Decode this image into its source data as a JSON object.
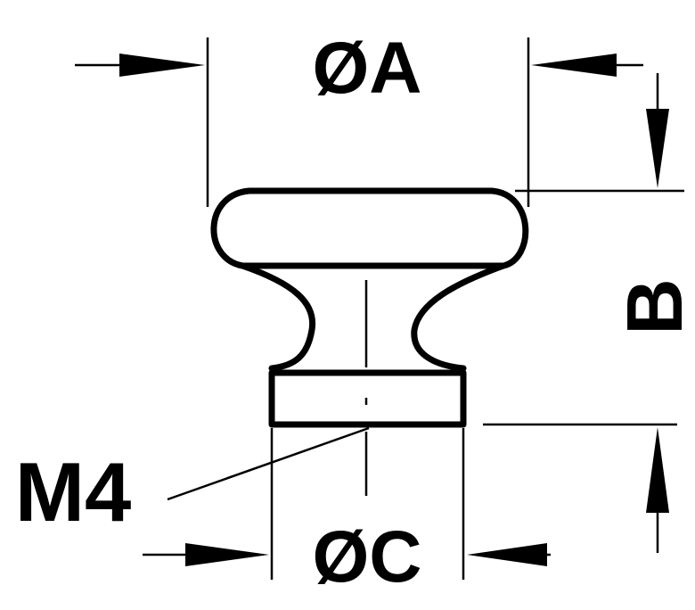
{
  "labels": {
    "diameter_a": "ØA",
    "diameter_c": "ØC",
    "height_b": "B",
    "thread": "M4"
  },
  "colors": {
    "ink": "#000000",
    "paper": "#ffffff"
  }
}
